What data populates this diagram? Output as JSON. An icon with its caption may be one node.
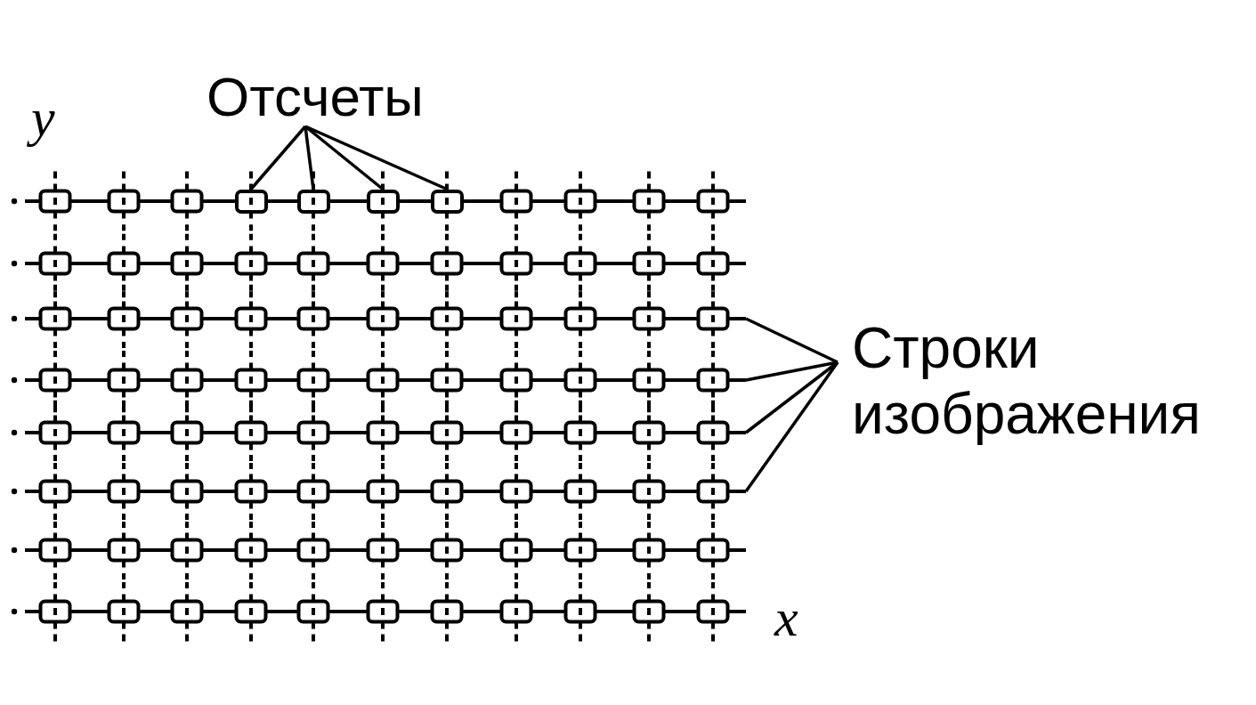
{
  "diagram": {
    "nodes": [
      {
        "text": [
          "Отсчеты"
        ]
      },
      {
        "text": [],
        "shape": "box"
      },
      {
        "text": [],
        "shape": "box"
      },
      {
        "text": [],
        "shape": "box"
      },
      {
        "text": [],
        "shape": "box"
      },
      {
        "text": [
          "Строки изображения"
        ]
      },
      {
        "text": [],
        "shape": "line"
      },
      {
        "text": [],
        "shape": "line"
      },
      {
        "text": [],
        "shape": "line"
      },
      {
        "text": [],
        "shape": "line"
      }
    ],
    "edges": [
      {
        "from": 0,
        "to": 1,
        "arrow": "none"
      },
      {
        "from": 0,
        "to": 2,
        "arrow": "none"
      },
      {
        "from": 0,
        "to": 3,
        "arrow": "none"
      },
      {
        "from": 0,
        "to": 4,
        "arrow": "none"
      },
      {
        "from": 5,
        "to": 6,
        "arrow": "none"
      },
      {
        "from": 5,
        "to": 7,
        "arrow": "none"
      },
      {
        "from": 5,
        "to": 8,
        "arrow": "none"
      },
      {
        "from": 5,
        "to": 9,
        "arrow": "none"
      }
    ],
    "labels": [
      "y",
      "x"
    ]
  }
}
